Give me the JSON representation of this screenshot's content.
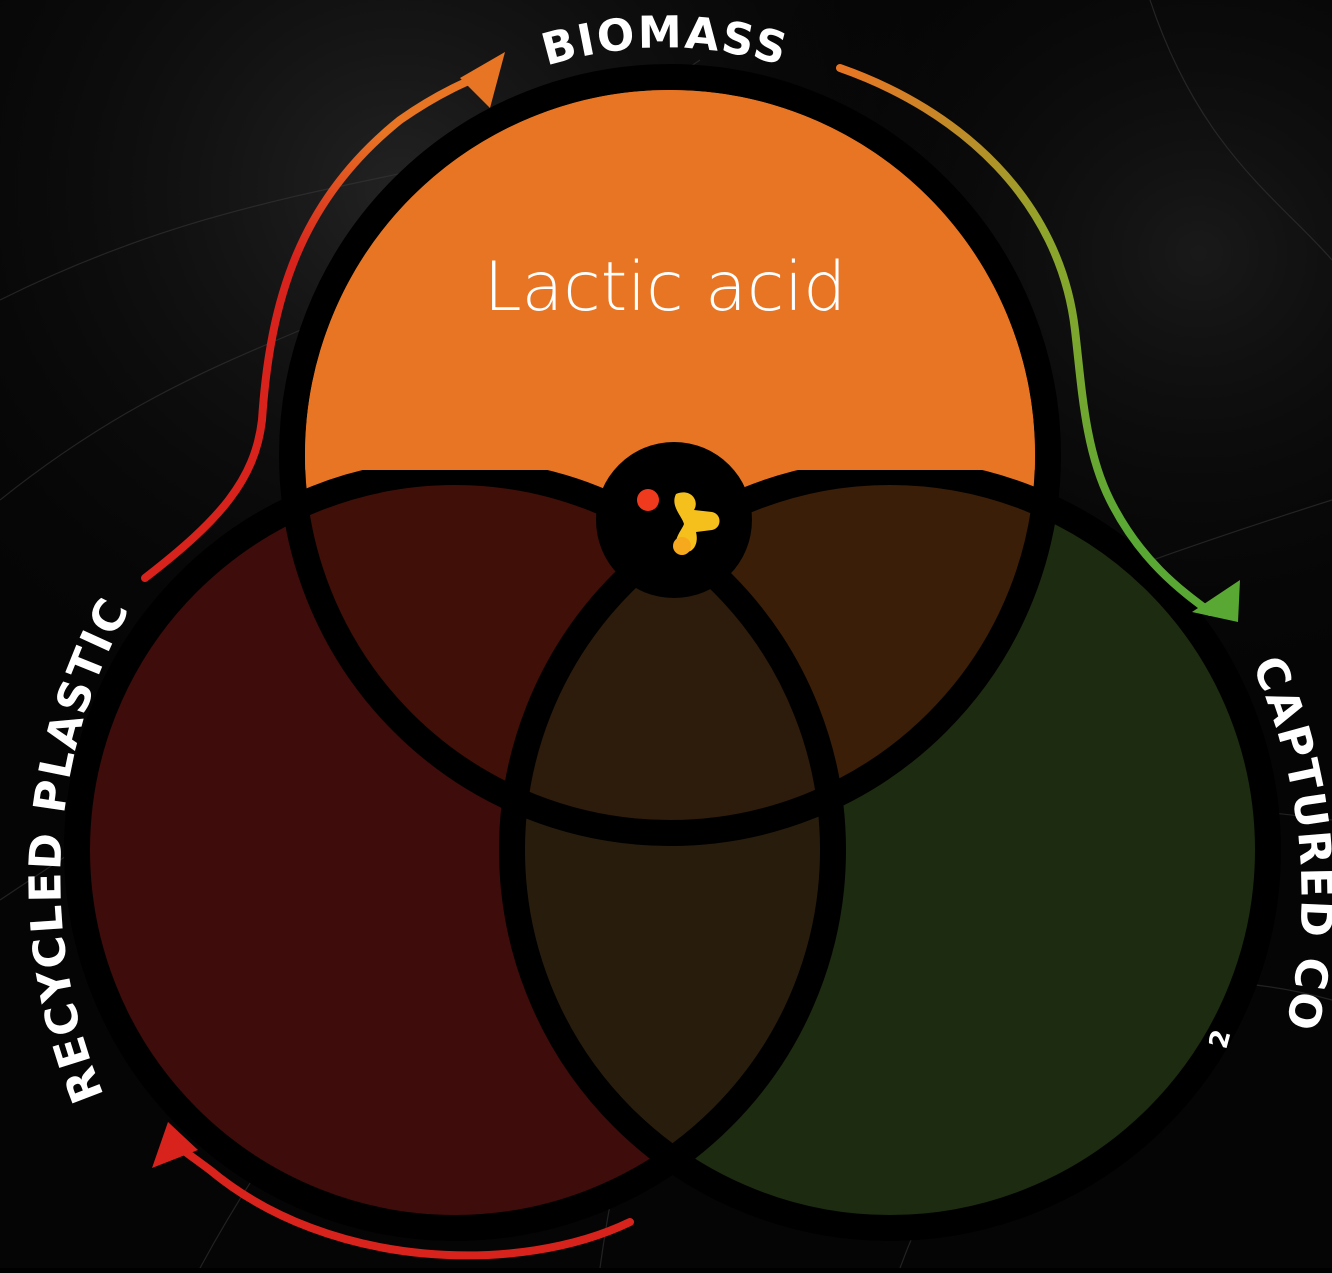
{
  "diagram": {
    "center_label": "Lactic acid",
    "labels": {
      "top": "BIOMASS",
      "right": "CAPTURED CO",
      "right_subscript": "2",
      "left": "RECYCLED PLASTIC"
    },
    "logo_icon": "molecule-logo-icon"
  },
  "colors": {
    "background": "#000000",
    "biomass": "#e87524",
    "plastic": "#3a0a0a",
    "co2": "#1e2e12",
    "arrow_red": "#d8231d",
    "arrow_green": "#5aa834",
    "logo_red": "#f03a1e",
    "logo_orange": "#f6a91c",
    "logo_yellow": "#f6d21c"
  }
}
